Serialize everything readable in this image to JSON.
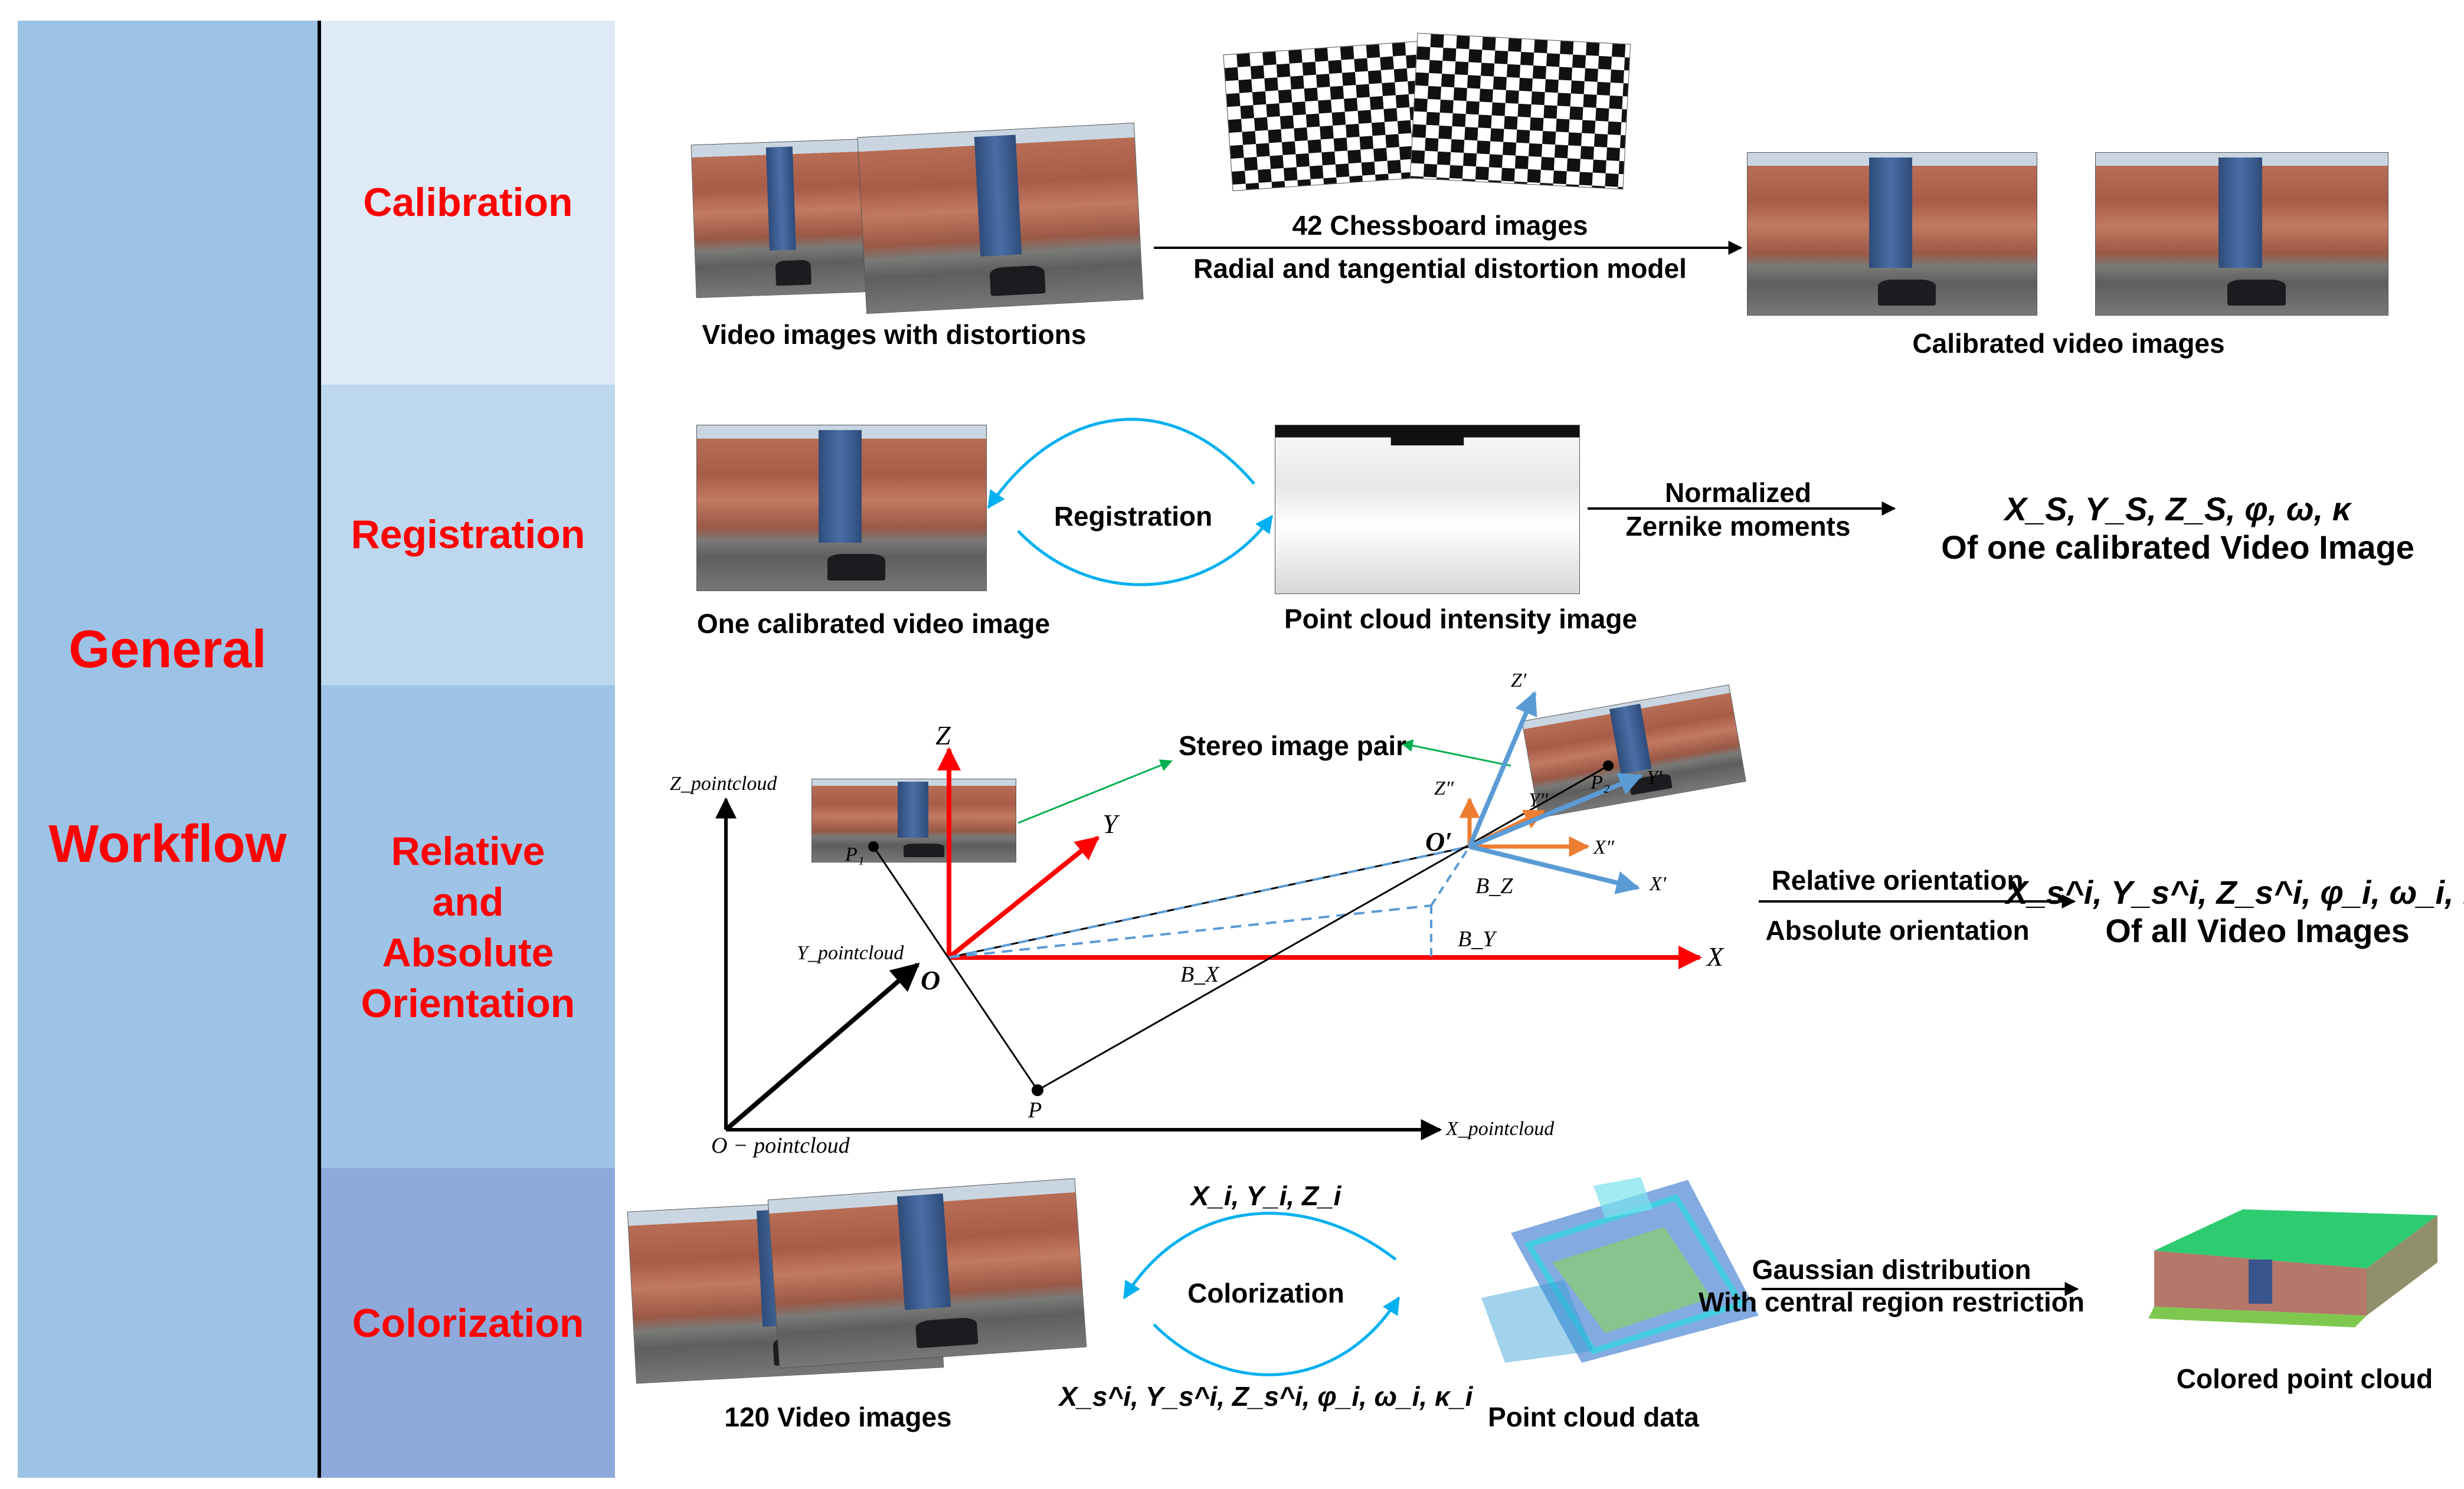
{
  "left_column": {
    "line1": "General",
    "line2": "Workflow"
  },
  "stages": [
    {
      "lines": [
        "Calibration"
      ]
    },
    {
      "lines": [
        "Registration"
      ]
    },
    {
      "lines": [
        "Relative",
        "and",
        "Absolute",
        "Orientation"
      ]
    },
    {
      "lines": [
        "Colorization"
      ]
    }
  ],
  "calibration": {
    "input_caption": "Video images with distortions",
    "arrow_top": "42 Chessboard images",
    "arrow_bottom": "Radial and tangential distortion model",
    "output_caption": "Calibrated video images"
  },
  "registration": {
    "image_caption": "One calibrated video image",
    "loop_label": "Registration",
    "cloud_caption": "Point cloud intensity image",
    "arrow_top": "Normalized",
    "arrow_bottom": "Zernike moments",
    "result_line1": "X_S, Y_S, Z_S, φ, ω, κ",
    "result_line2": "Of one calibrated Video Image"
  },
  "orientation": {
    "stereo_label": "Stereo image pair",
    "axis_z": "Z",
    "axis_y": "Y",
    "axis_x": "X",
    "origin": "O",
    "origin_prime": "O′",
    "z_double_prime": "Z″",
    "y_double_prime": "Y″",
    "x_double_prime": "X″",
    "z_prime": "Z′",
    "y_prime": "Y′",
    "x_prime": "X′",
    "p1": "P₁",
    "p2": "P₂",
    "p": "P",
    "bx": "B_X",
    "by": "B_Y",
    "bz": "B_Z",
    "z_pc": "Z_pointcloud",
    "y_pc": "Y_pointcloud",
    "x_pc": "X_pointcloud",
    "o_pc": "O − pointcloud",
    "arrow_top": "Relative orientation",
    "arrow_bottom": "Absolute orientation",
    "result_line1": "X_s^i, Y_s^i, Z_s^i, φ_i, ω_i, κ_i",
    "result_line2": "Of all Video Images"
  },
  "colorization": {
    "image_caption": "120 Video images",
    "loop_top": "X_i, Y_i, Z_i",
    "loop_label": "Colorization",
    "loop_bottom": "X_s^i, Y_s^i, Z_s^i, φ_i, ω_i, κ_i",
    "cloud_caption": "Point cloud data",
    "arrow_top": "Gaussian distribution",
    "arrow_bottom": "With central region restriction",
    "output_caption": "Colored point cloud"
  },
  "colors": {
    "red": "#ff0000",
    "blue_arc": "#00b0f0",
    "blue_axis": "#5b9bd5",
    "orange_axis": "#ed7d31",
    "green": "#00b050"
  }
}
